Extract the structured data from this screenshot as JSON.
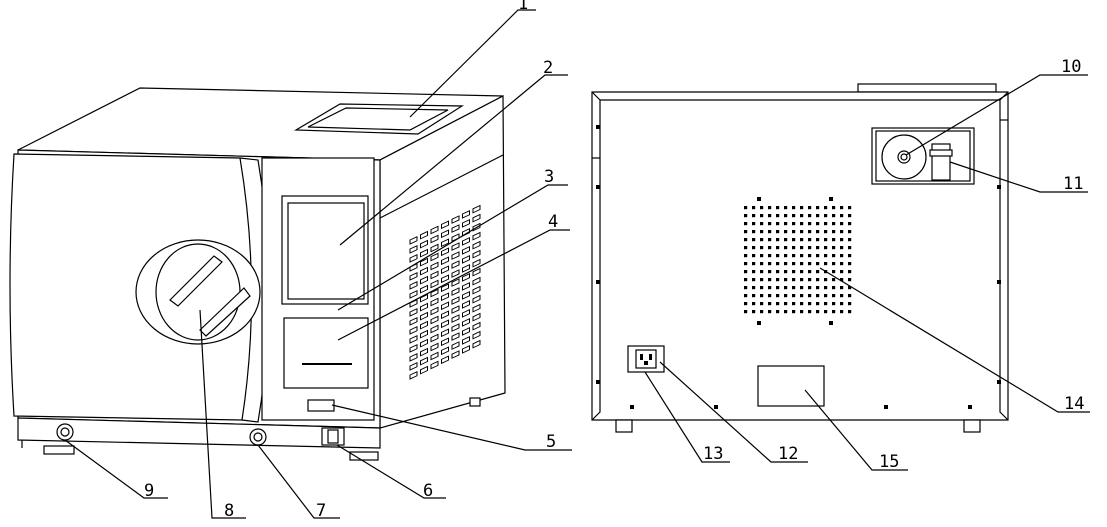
{
  "callouts": [
    {
      "id": "1",
      "text": "1"
    },
    {
      "id": "2",
      "text": "2"
    },
    {
      "id": "3",
      "text": "3"
    },
    {
      "id": "4",
      "text": "4"
    },
    {
      "id": "5",
      "text": "5"
    },
    {
      "id": "6",
      "text": "6"
    },
    {
      "id": "7",
      "text": "7"
    },
    {
      "id": "8",
      "text": "8"
    },
    {
      "id": "9",
      "text": "9"
    },
    {
      "id": "10",
      "text": "10"
    },
    {
      "id": "11",
      "text": "11"
    },
    {
      "id": "12",
      "text": "12"
    },
    {
      "id": "13",
      "text": "13"
    },
    {
      "id": "14",
      "text": "14"
    },
    {
      "id": "15",
      "text": "15"
    }
  ],
  "colors": {
    "line": "#000000",
    "background": "#ffffff"
  }
}
